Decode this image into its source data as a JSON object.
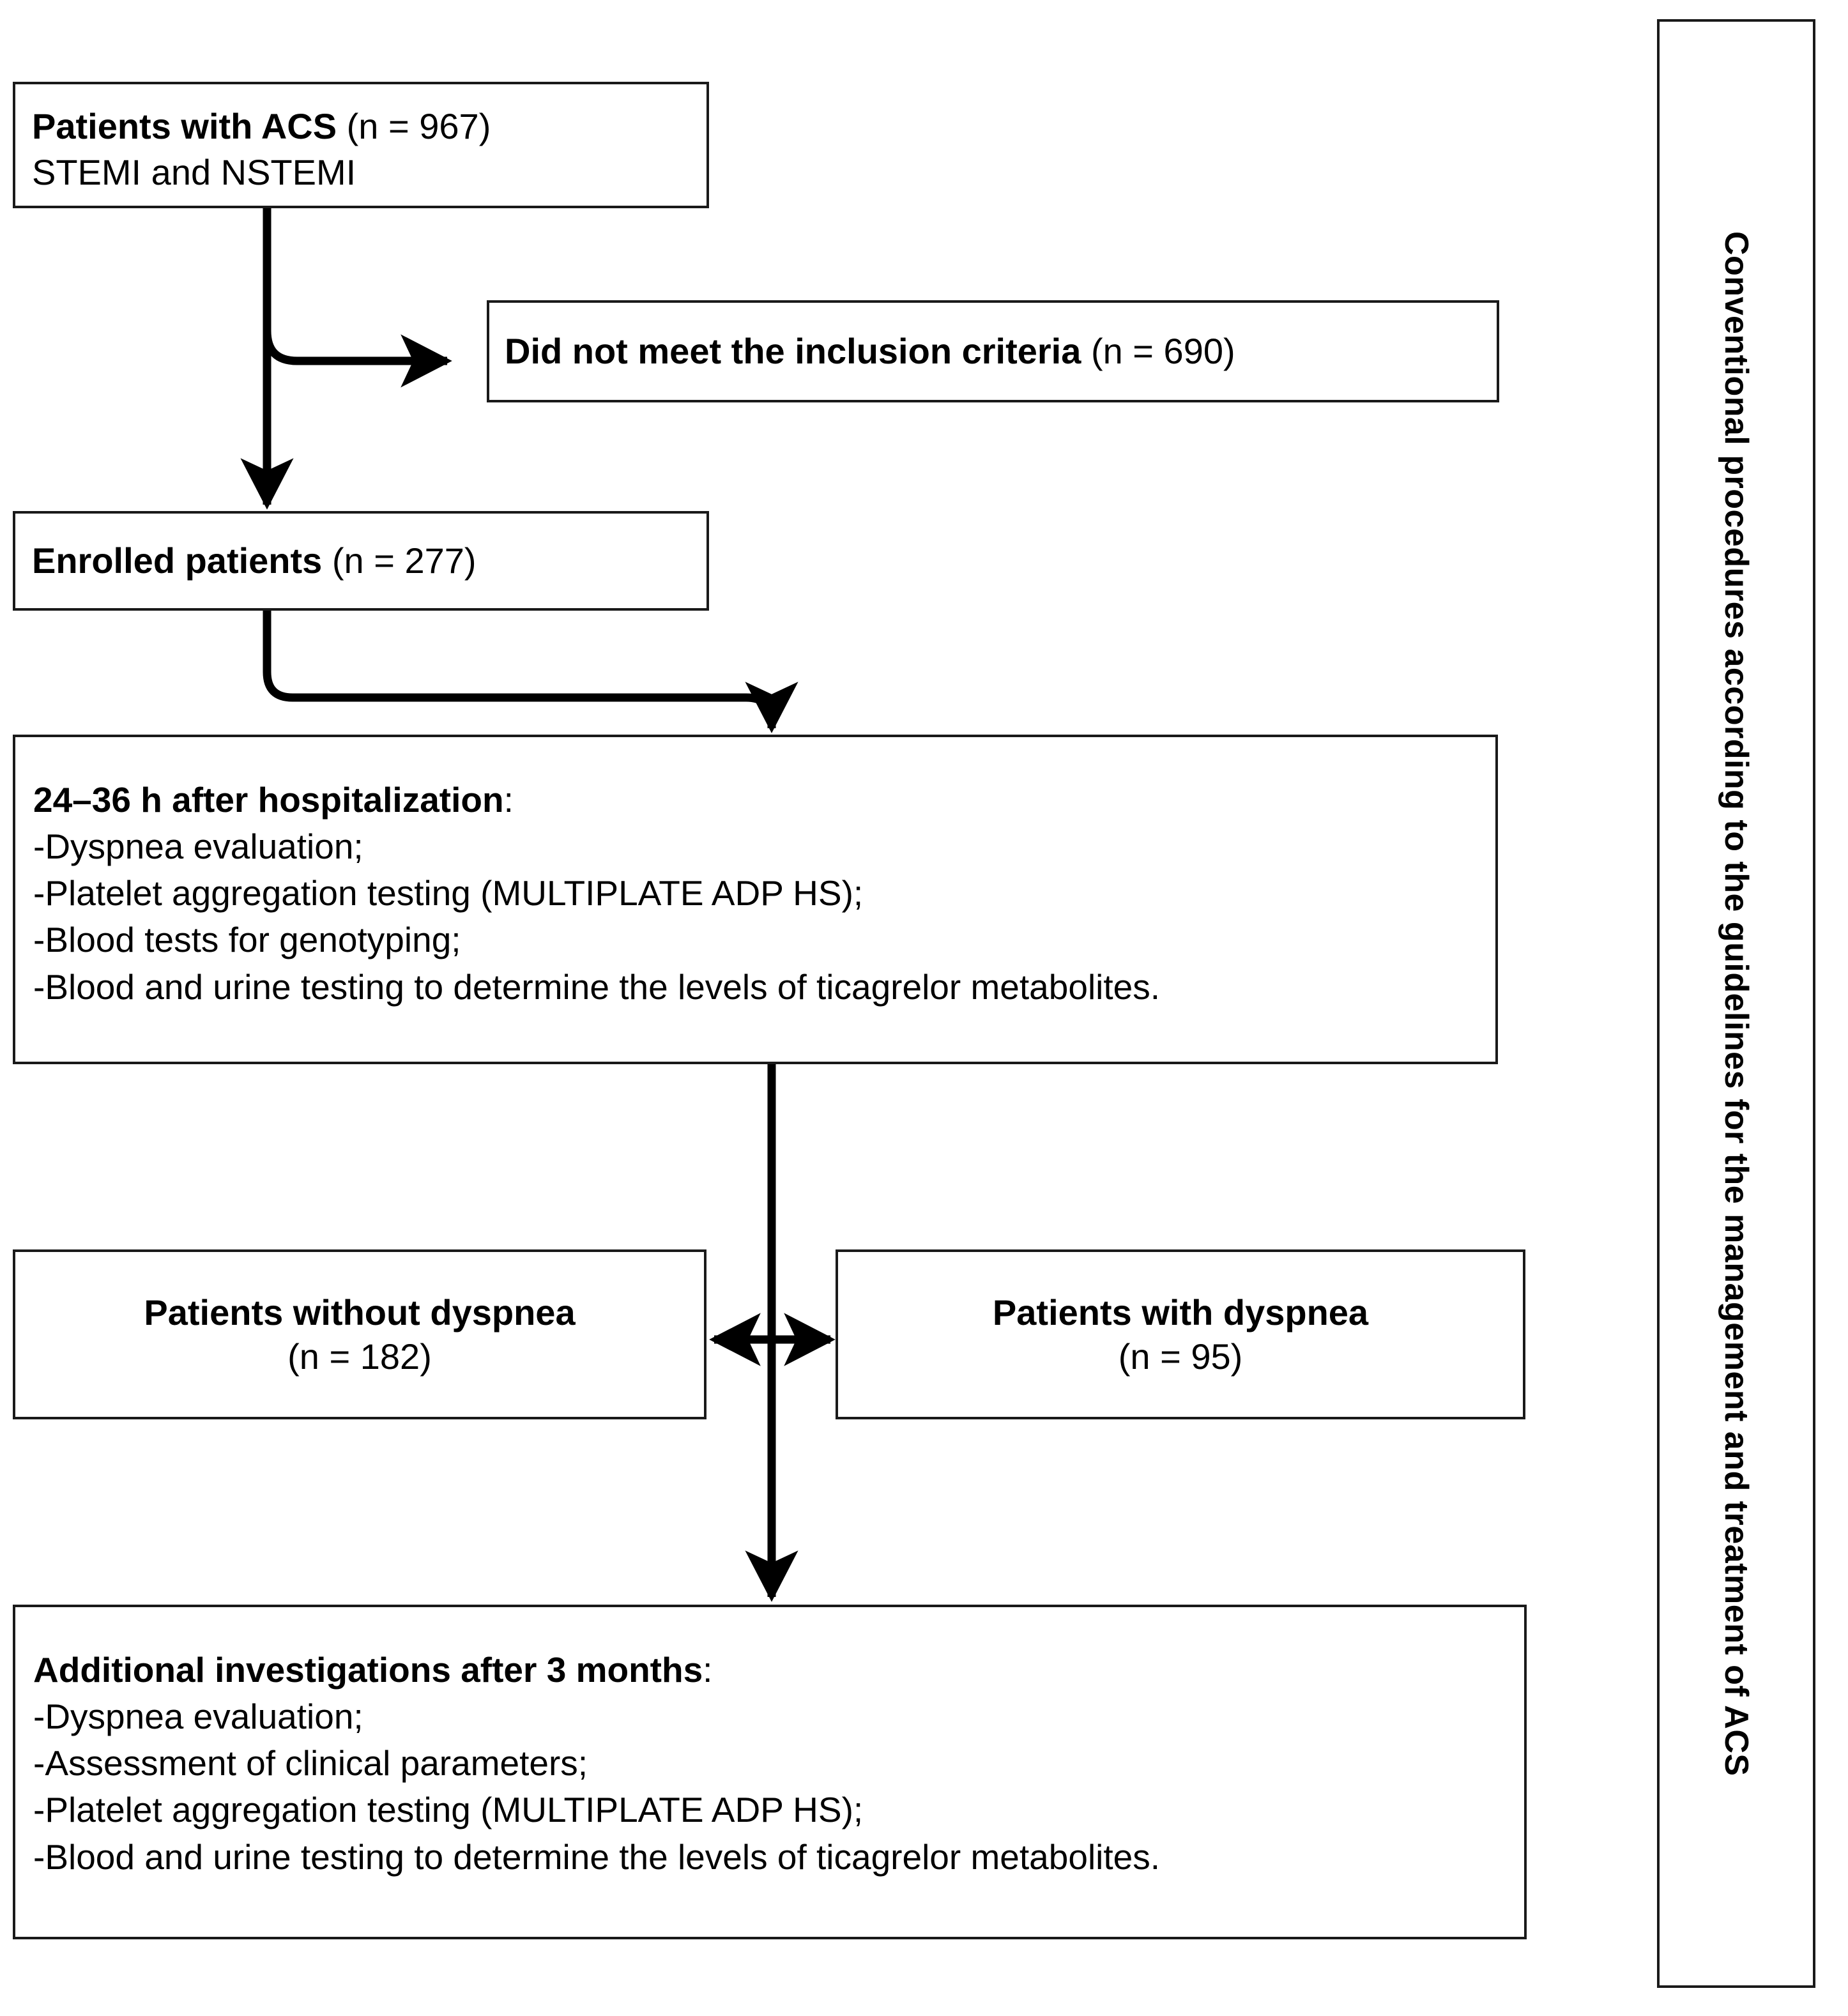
{
  "figure": {
    "type": "study-flow-diagram",
    "colors": {
      "border": "#1a1a1a",
      "text": "#000000",
      "background": "#ffffff",
      "connector": "#000000"
    }
  },
  "nodes": {
    "acs": {
      "title": "Patients with ACS",
      "count": "(n = 967)",
      "subtitle": "STEMI and NSTEMI"
    },
    "excluded": {
      "title": "Did not meet the inclusion criteria",
      "count": "(n = 690)"
    },
    "enrolled": {
      "title": "Enrolled patients",
      "count": "(n = 277)"
    },
    "hospitalization": {
      "title": "24–36 h after hospitalization",
      "title_colon": ":",
      "items": [
        "-Dyspnea evaluation;",
        "-Platelet aggregation testing (MULTIPLATE ADP HS);",
        "-Blood tests for genotyping;",
        "-Blood and urine testing to determine the levels of ticagrelor metabolites."
      ]
    },
    "without_dyspnea": {
      "title": "Patients without dyspnea",
      "count": "(n = 182)"
    },
    "with_dyspnea": {
      "title": "Patients with dyspnea",
      "count": "(n = 95)"
    },
    "additional": {
      "title": "Additional investigations after 3 months",
      "title_colon": ":",
      "items": [
        "-Dyspnea evaluation;",
        "-Assessment of clinical parameters;",
        "-Platelet aggregation testing (MULTIPLATE ADP HS);",
        "-Blood and urine testing to determine the levels of ticagrelor metabolites."
      ]
    }
  },
  "sidebar": {
    "label": "Conventional procedures according to the guidelines for the management and treatment of ACS"
  },
  "connectors": [
    {
      "name": "acs-to-excluded",
      "style": "elbow-arrow-right"
    },
    {
      "name": "acs-to-enrolled",
      "style": "straight-arrow-down"
    },
    {
      "name": "enrolled-to-hospitalization",
      "style": "elbow-arrow-down"
    },
    {
      "name": "hospitalization-to-groups",
      "style": "straight-line-down"
    },
    {
      "name": "groups-bidirectional",
      "style": "double-headed-arrow-horizontal"
    },
    {
      "name": "groups-to-additional",
      "style": "straight-arrow-down"
    }
  ]
}
